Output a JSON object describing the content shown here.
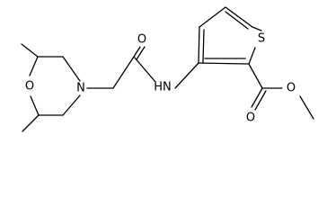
{
  "molecule": {
    "atoms": {
      "morpholine_oxygen": "O",
      "morpholine_nitrogen": "N",
      "amide_nh": "HN",
      "amide_oxygen": "O",
      "thiophene_sulfur": "S",
      "ester_carbonyl_oxygen": "O",
      "ester_ether_oxygen": "O"
    }
  }
}
